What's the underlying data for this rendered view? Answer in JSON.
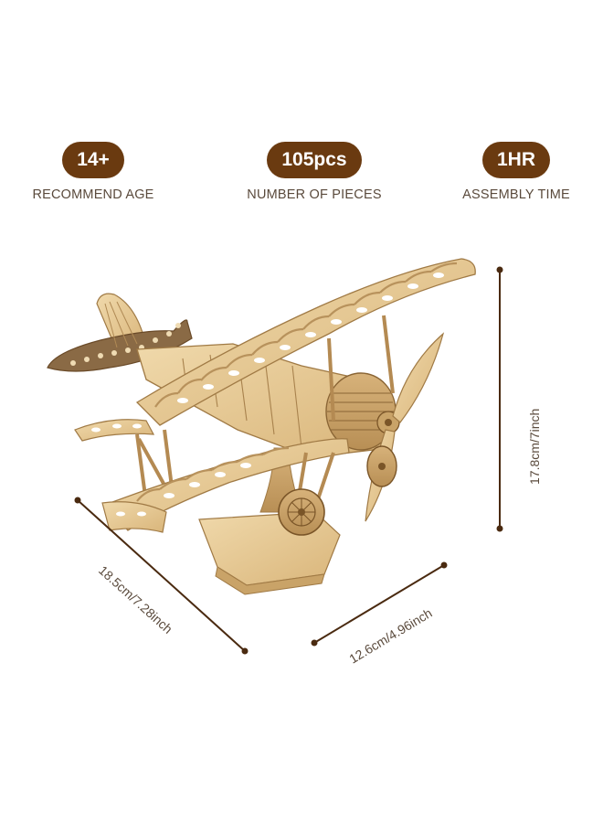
{
  "stats": [
    {
      "value": "14+",
      "label": "RECOMMEND AGE"
    },
    {
      "value": "105pcs",
      "label": "NUMBER OF PIECES"
    },
    {
      "value": "1HR",
      "label": "ASSEMBLY TIME"
    }
  ],
  "dimensions": {
    "length": "18.5cm/7.28inch",
    "width": "12.6cm/4.96inch",
    "height": "17.8cm/7inch"
  },
  "colors": {
    "badge": "#6a3a10",
    "label_text": "#5a4a3c",
    "dimension_line": "#4a2a10",
    "wood": "#e6c995"
  }
}
